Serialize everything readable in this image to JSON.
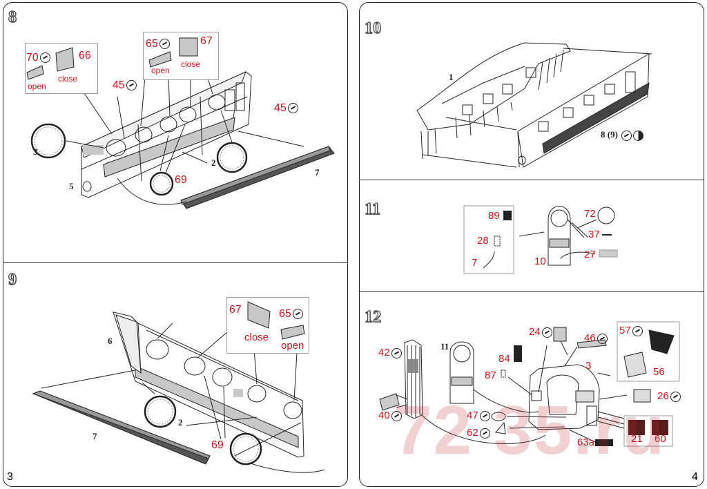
{
  "pages": {
    "left": "3",
    "right": "4"
  },
  "steps": {
    "s8": "8",
    "s9": "9",
    "s10": "10",
    "s11": "11",
    "s12": "12"
  },
  "step8": {
    "p70": "70",
    "p66": "66",
    "p65": "65",
    "p67": "67",
    "p45a": "45",
    "p45b": "45",
    "open_a": "open",
    "close_a": "close",
    "open_b": "open",
    "close_b": "close",
    "p69": "69",
    "p3": "3",
    "p2": "2",
    "p5": "5",
    "p7": "7"
  },
  "step9": {
    "p67": "67",
    "p65": "65",
    "close": "close",
    "open": "open",
    "p6": "6",
    "p2": "2",
    "p69": "69",
    "p7": "7"
  },
  "step10": {
    "p1": "1",
    "p8": "8 (9)"
  },
  "step11": {
    "p89": "89",
    "p28": "28",
    "p7": "7",
    "p72": "72",
    "p37": "37",
    "p27": "27",
    "p10": "10"
  },
  "step12": {
    "p42": "42",
    "p40": "40",
    "p11": "11",
    "p84": "84",
    "p87": "87",
    "p24": "24",
    "p46": "46",
    "p3": "3",
    "p57": "57",
    "p56": "56",
    "p26": "26",
    "p47": "47",
    "p62": "62",
    "p63a": "63a",
    "p21": "21",
    "p60": "60"
  },
  "watermark": "72 35.ru",
  "colors": {
    "label_red": "#d0121b",
    "line": "#222222",
    "panel_grey": "#c8c8c8"
  },
  "icons": [
    "photo-etch-icon",
    "paint-half-icon"
  ]
}
